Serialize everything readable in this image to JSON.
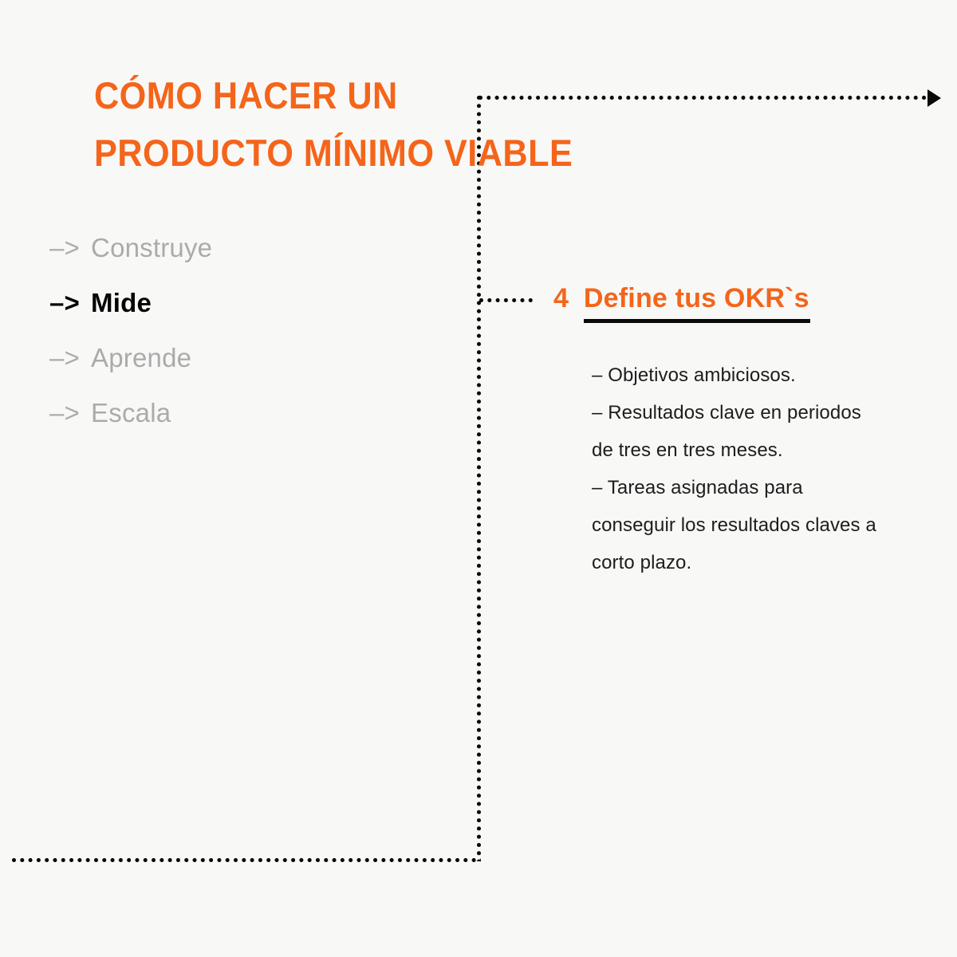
{
  "colors": {
    "background": "#f8f8f7",
    "accent_orange": "#f4651a",
    "muted_gray": "#ababab",
    "ink": "#0a0a0a",
    "body_text": "#1d1d1d"
  },
  "title": {
    "line1": "Cómo hacer un",
    "line2": "Producto mínimo viable"
  },
  "sidebar": {
    "items": [
      {
        "arrow": "–>",
        "label": "Construye",
        "active": false
      },
      {
        "arrow": "–>",
        "label": "Mide",
        "active": true
      },
      {
        "arrow": "–>",
        "label": "Aprende",
        "active": false
      },
      {
        "arrow": "–>",
        "label": "Escala",
        "active": false
      }
    ]
  },
  "content": {
    "step_number": "4",
    "heading": "Define tus OKR`s",
    "body_lines": [
      "– Objetivos ambiciosos.",
      "– Resultados clave en periodos",
      "de tres en tres meses.",
      "– Tareas asignadas para",
      "conseguir los resultados claves a",
      "corto plazo."
    ]
  }
}
